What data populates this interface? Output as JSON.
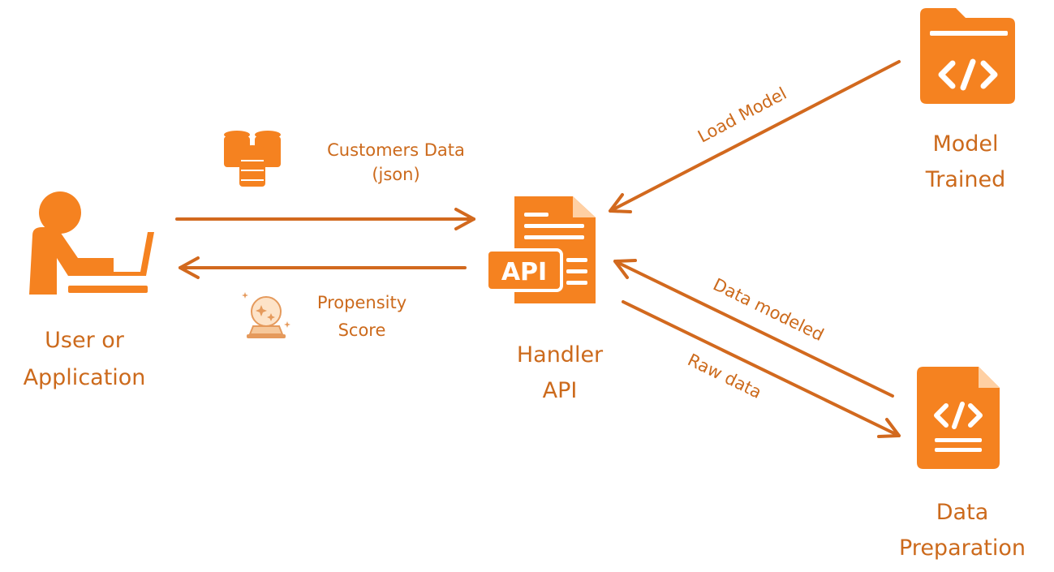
{
  "colors": {
    "accent": "#f58220",
    "arrow": "#d2691e",
    "text": "#cc6a1c"
  },
  "nodes": {
    "user": {
      "line1": "User or",
      "line2": "Application",
      "icon": "user-laptop-icon"
    },
    "handler": {
      "line1": "Handler",
      "line2": "API",
      "icon": "api-document-icon",
      "badge": "API"
    },
    "model": {
      "line1": "Model",
      "line2": "Trained",
      "icon": "code-folder-icon"
    },
    "prep": {
      "line1": "Data",
      "line2": "Preparation",
      "icon": "code-file-icon"
    }
  },
  "edges": {
    "customers": {
      "line1": "Customers Data",
      "line2": "(json)",
      "icon": "database-icon"
    },
    "propensity": {
      "line1": "Propensity",
      "line2": "Score",
      "icon": "crystal-ball-icon"
    },
    "load_model": {
      "label": "Load Model"
    },
    "data_modeled": {
      "label": "Data modeled"
    },
    "raw_data": {
      "label": "Raw data"
    }
  }
}
